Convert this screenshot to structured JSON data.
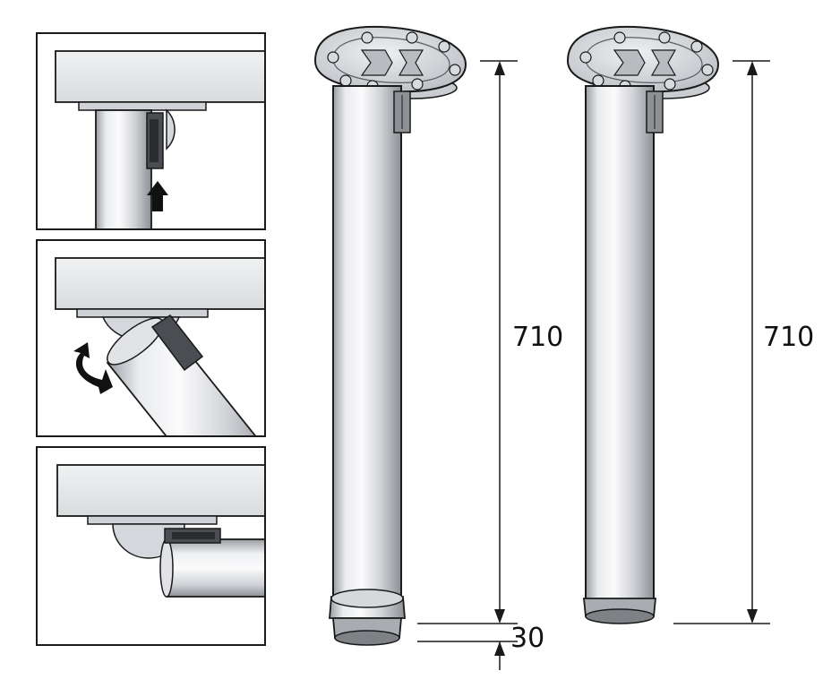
{
  "dimensions": {
    "leg_a_height": "710",
    "leg_a_foot": "30",
    "leg_b_height": "710"
  },
  "steps": [
    {
      "name": "insert-clip",
      "icon": "up-arrow-icon"
    },
    {
      "name": "swing-leg",
      "icon": "curved-arrow-icon"
    },
    {
      "name": "fold-leg-flat",
      "icon": ""
    }
  ],
  "colors": {
    "outline": "#1a1a1a",
    "table_top": "#e3e5e7",
    "metal_light": "#f2f3f5",
    "metal_mid": "#c6c9cd",
    "metal_dark": "#8d9196",
    "bracket": "#4a4d52"
  }
}
